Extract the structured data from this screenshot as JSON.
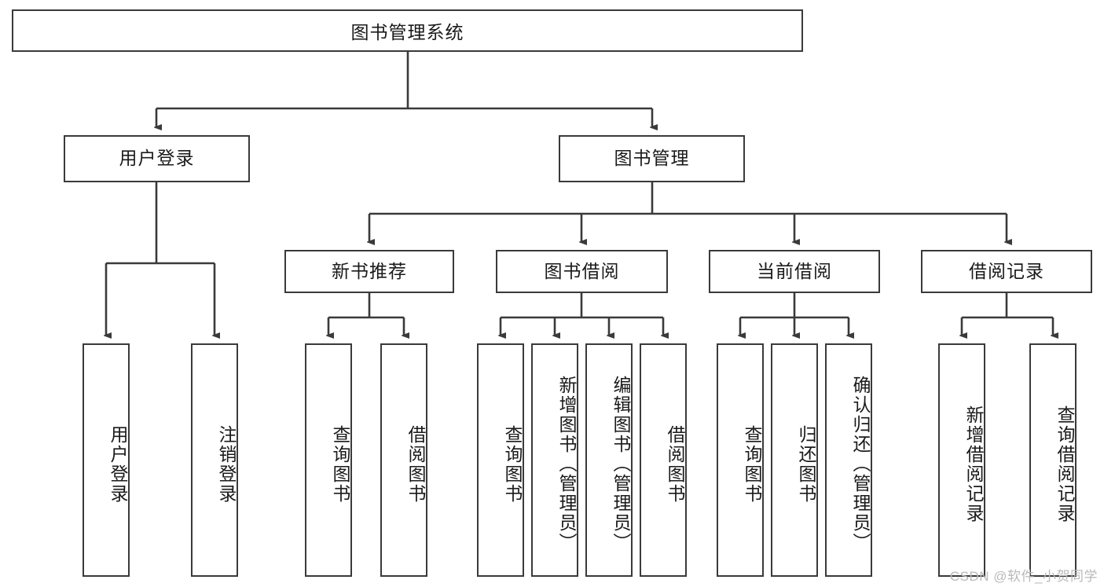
{
  "diagram": {
    "title": "图书管理系统",
    "type": "hierarchy-tree",
    "root": {
      "id": "root",
      "label": "图书管理系统"
    },
    "level2": [
      {
        "id": "user-login",
        "label": "用户登录"
      },
      {
        "id": "book-management",
        "label": "图书管理"
      }
    ],
    "level3": [
      {
        "id": "new-book-recommend",
        "label": "新书推荐"
      },
      {
        "id": "book-borrow",
        "label": "图书借阅"
      },
      {
        "id": "current-borrow",
        "label": "当前借阅"
      },
      {
        "id": "borrow-record",
        "label": "借阅记录"
      }
    ],
    "leaves": {
      "user_login": [
        {
          "id": "leaf-user-login",
          "label": "用户登录"
        },
        {
          "id": "leaf-logout-login",
          "label": "注销登录"
        }
      ],
      "new_book_recommend": [
        {
          "id": "leaf-query-book-1",
          "label": "查询图书"
        },
        {
          "id": "leaf-borrow-book-1",
          "label": "借阅图书"
        }
      ],
      "book_borrow": [
        {
          "id": "leaf-query-book-2",
          "label": "查询图书"
        },
        {
          "id": "leaf-add-book",
          "label": "新增图书（管理员）"
        },
        {
          "id": "leaf-edit-book",
          "label": "编辑图书（管理员）"
        },
        {
          "id": "leaf-borrow-book-2",
          "label": "借阅图书"
        }
      ],
      "current_borrow": [
        {
          "id": "leaf-query-book-3",
          "label": "查询图书"
        },
        {
          "id": "leaf-return-book",
          "label": "归还图书"
        },
        {
          "id": "leaf-confirm-return",
          "label": "确认归还（管理员）"
        }
      ],
      "borrow_record": [
        {
          "id": "leaf-add-record",
          "label": "新增借阅记录"
        },
        {
          "id": "leaf-query-record",
          "label": "查询借阅记录"
        }
      ]
    }
  },
  "watermark": {
    "text": "CSDN @软件_小贺同学"
  },
  "colors": {
    "stroke": "#3a3a3a",
    "text": "#1a1a1a",
    "background": "#ffffff",
    "watermark": "#b9b9b9"
  }
}
